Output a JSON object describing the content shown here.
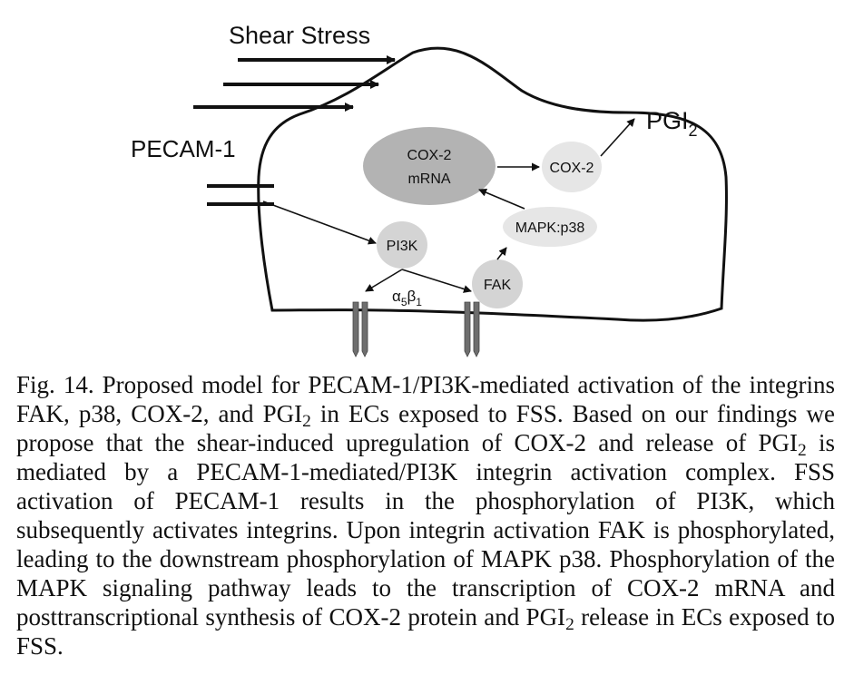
{
  "diagram": {
    "stimulus_label": "Shear Stress",
    "receptor_label": "PECAM-1",
    "product_label": {
      "base": "PGI",
      "sub": "2"
    },
    "nodes": {
      "cox2_mrna": {
        "line1": "COX-2",
        "line2": "mRNA"
      },
      "cox2": "COX-2",
      "mapk": "MAPK:p38",
      "pi3k": "PI3K",
      "fak": "FAK"
    },
    "integrin_label": {
      "alpha": "α",
      "alpha_sub": "5",
      "beta": "β",
      "beta_sub": "1"
    },
    "colors": {
      "cox2_mrna_fill": "#b3b3b3",
      "node_fill_light": "#e6e6e6",
      "node_fill_mid": "#d4d4d4",
      "integrin_fill": "#6e6e6e",
      "line": "#111111"
    }
  },
  "caption": {
    "fig_label": "Fig. 14.",
    "segments": [
      {
        "t": " Proposed model for PECAM-1/PI3K-mediated activation of the integrins FAK, p38, COX-2, and PGI"
      },
      {
        "sub": "2"
      },
      {
        "t": " in ECs exposed to FSS. Based on our findings we propose that the shear-induced upregulation of COX-2 and release of PGI"
      },
      {
        "sub": "2"
      },
      {
        "t": " is mediated by a PECAM-1-mediated/PI3K integrin activation complex. FSS activation of PECAM-1 results in the phosphorylation of PI3K, which subsequently activates integrins. Upon integrin activation FAK is phosphorylated, leading to the downstream phosphorylation of MAPK p38. Phosphorylation of the MAPK signaling pathway leads to the transcription of COX-2 mRNA and posttranscriptional synthesis of COX-2 protein and PGI"
      },
      {
        "sub": "2"
      },
      {
        "t": " release in ECs exposed to FSS."
      }
    ]
  }
}
